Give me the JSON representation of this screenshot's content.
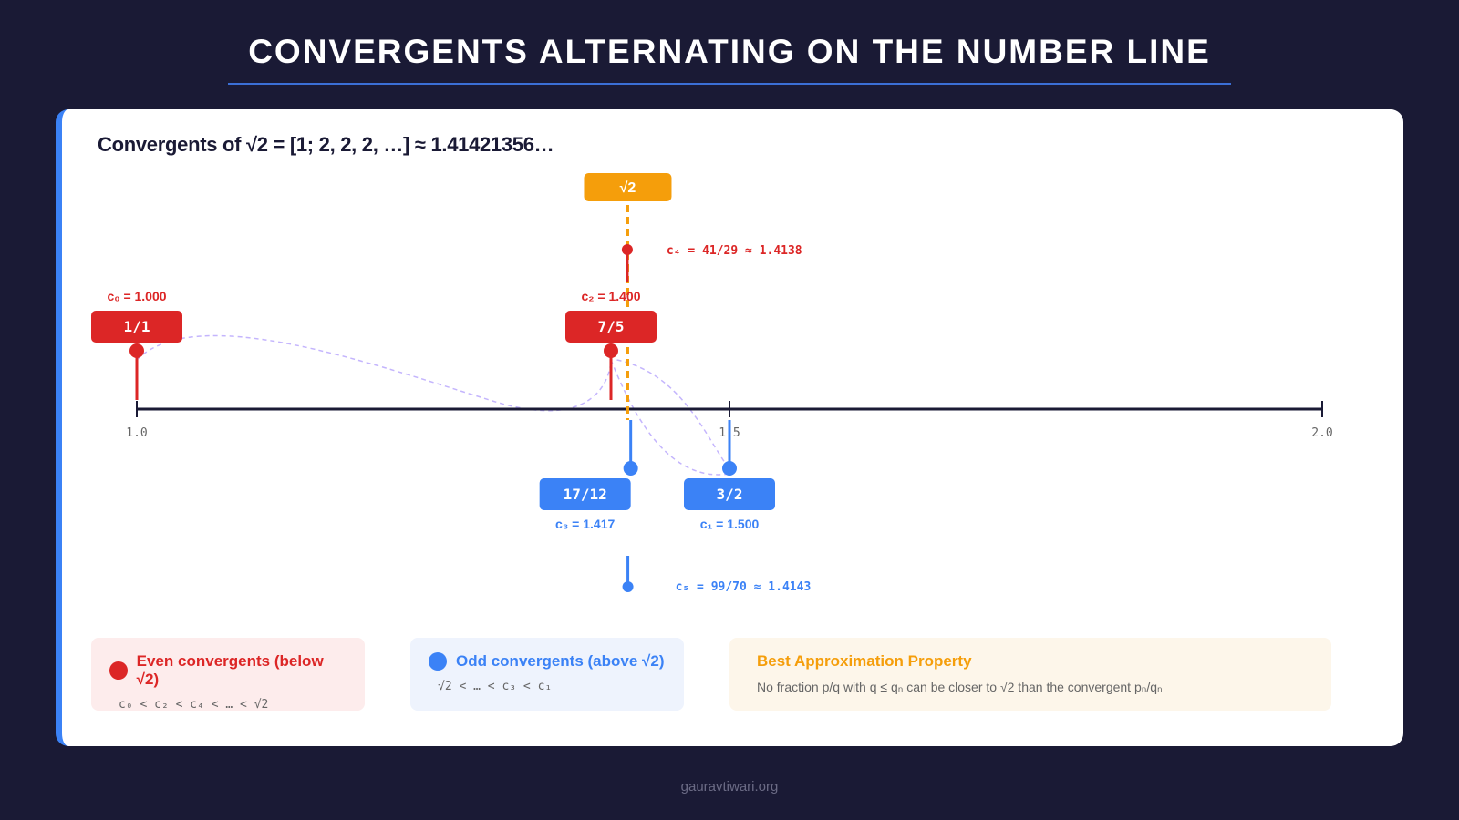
{
  "title": "CONVERGENTS ALTERNATING ON THE NUMBER LINE",
  "heading": "Convergents of √2 = [1; 2, 2, 2, …] ≈ 1.41421356…",
  "colors": {
    "even": "#dc2626",
    "odd": "#3b82f6",
    "target": "#f59e0b",
    "axis": "#1a1a35",
    "path": "#c4b5fd"
  },
  "axis": {
    "min": 1.0,
    "max": 2.0,
    "ticks": [
      "1.0",
      "1.5",
      "2.0"
    ],
    "tick_values": [
      1.0,
      1.5,
      2.0
    ]
  },
  "target": {
    "label": "√2",
    "value": 1.41421356
  },
  "convergents": [
    {
      "fraction": "1/1",
      "value": 1.0,
      "label": "c₀ = 1.000",
      "parity": "even"
    },
    {
      "fraction": "3/2",
      "value": 1.5,
      "label": "c₁ = 1.500",
      "parity": "odd"
    },
    {
      "fraction": "7/5",
      "value": 1.4,
      "label": "c₂ = 1.400",
      "parity": "even"
    },
    {
      "fraction": "17/12",
      "value": 1.41667,
      "label": "c₃ = 1.417",
      "parity": "odd"
    },
    {
      "fraction": "41/29",
      "value": 1.41379,
      "label": "c₄ = 41/29 ≈ 1.4138",
      "parity": "even"
    },
    {
      "fraction": "99/70",
      "value": 1.41429,
      "label": "c₅ = 99/70 ≈ 1.4143",
      "parity": "odd"
    }
  ],
  "legend": {
    "even": {
      "title": "Even convergents (below √2)",
      "sub": "c₀ < c₂ < c₄ < … < √2"
    },
    "odd": {
      "title": "Odd convergents (above √2)",
      "sub": "√2 < … < c₃ < c₁"
    },
    "property": {
      "title": "Best Approximation Property",
      "sub": "No fraction p/q with q ≤ qₙ can be closer to √2 than the convergent pₙ/qₙ"
    }
  },
  "footer": "gauravtiwari.org"
}
